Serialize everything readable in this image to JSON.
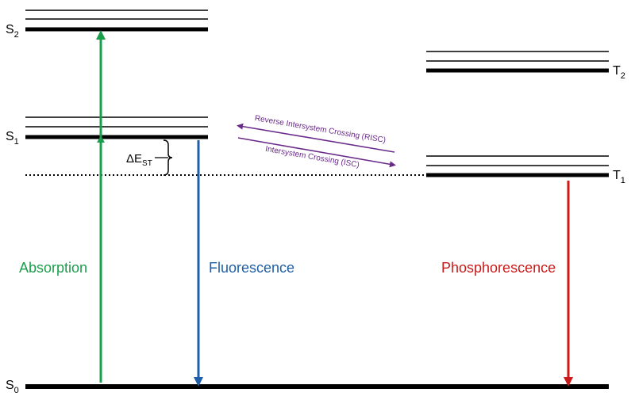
{
  "levels": {
    "s0": "S",
    "s0_sub": "0",
    "s1": "S",
    "s1_sub": "1",
    "s2": "S",
    "s2_sub": "2",
    "t1": "T",
    "t1_sub": "1",
    "t2": "T",
    "t2_sub": "2"
  },
  "gap": {
    "symbol": "ΔE",
    "sub": "ST"
  },
  "transitions": {
    "absorption": "Absorption",
    "fluorescence": "Fluorescence",
    "phosphorescence": "Phosphorescence",
    "risc": "Reverse Intersystem Crossing (RISC)",
    "isc": "Intersystem Crossing (ISC)"
  },
  "colors": {
    "absorption": "#1a9e4b",
    "fluorescence": "#1f5fa8",
    "phosphorescence": "#cc1a1a",
    "crossing": "#6a2a8a",
    "levels": "#000000"
  }
}
